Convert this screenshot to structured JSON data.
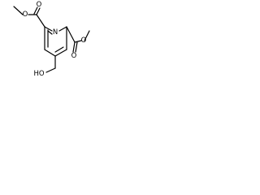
{
  "molecule": {
    "atoms": {
      "ring_nitrogen": "N",
      "ester_left_carbonyl_oxygen": "O",
      "ester_left_ether_oxygen": "O",
      "ester_right_carbonyl_oxygen": "O",
      "ester_right_ether_oxygen": "O",
      "hydroxyl": "HO"
    },
    "colors": {
      "bond": "#000000",
      "label": "#000000",
      "background": "#ffffff"
    }
  }
}
